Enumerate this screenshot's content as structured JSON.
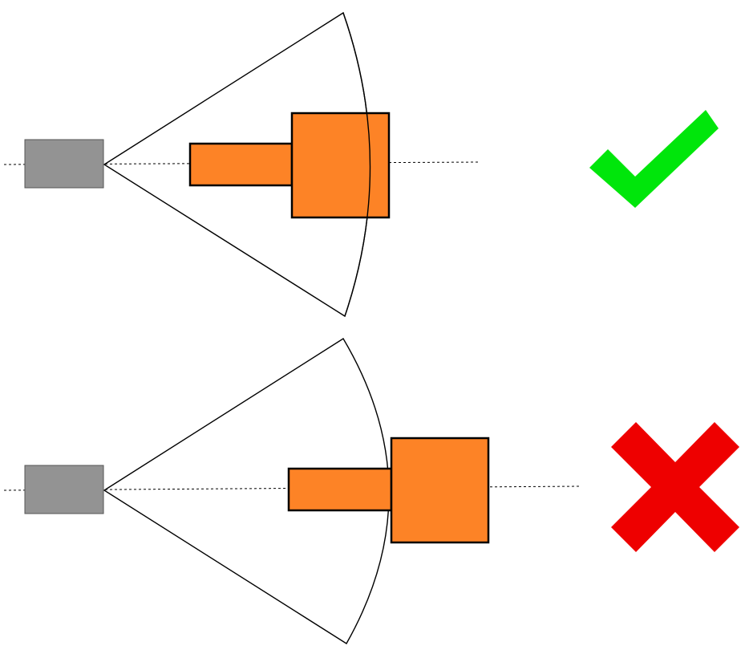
{
  "colors": {
    "background": "#ffffff",
    "sensor": "#939393",
    "object": "#fd8326",
    "outline": "#000000",
    "check": "#00e60b",
    "cross": "#ee0000"
  },
  "panels": [
    {
      "scenario": "object-inside-sensor-range",
      "result": "check-icon",
      "result_meaning": "correct"
    },
    {
      "scenario": "object-beyond-sensor-range",
      "result": "cross-icon",
      "result_meaning": "incorrect"
    }
  ]
}
